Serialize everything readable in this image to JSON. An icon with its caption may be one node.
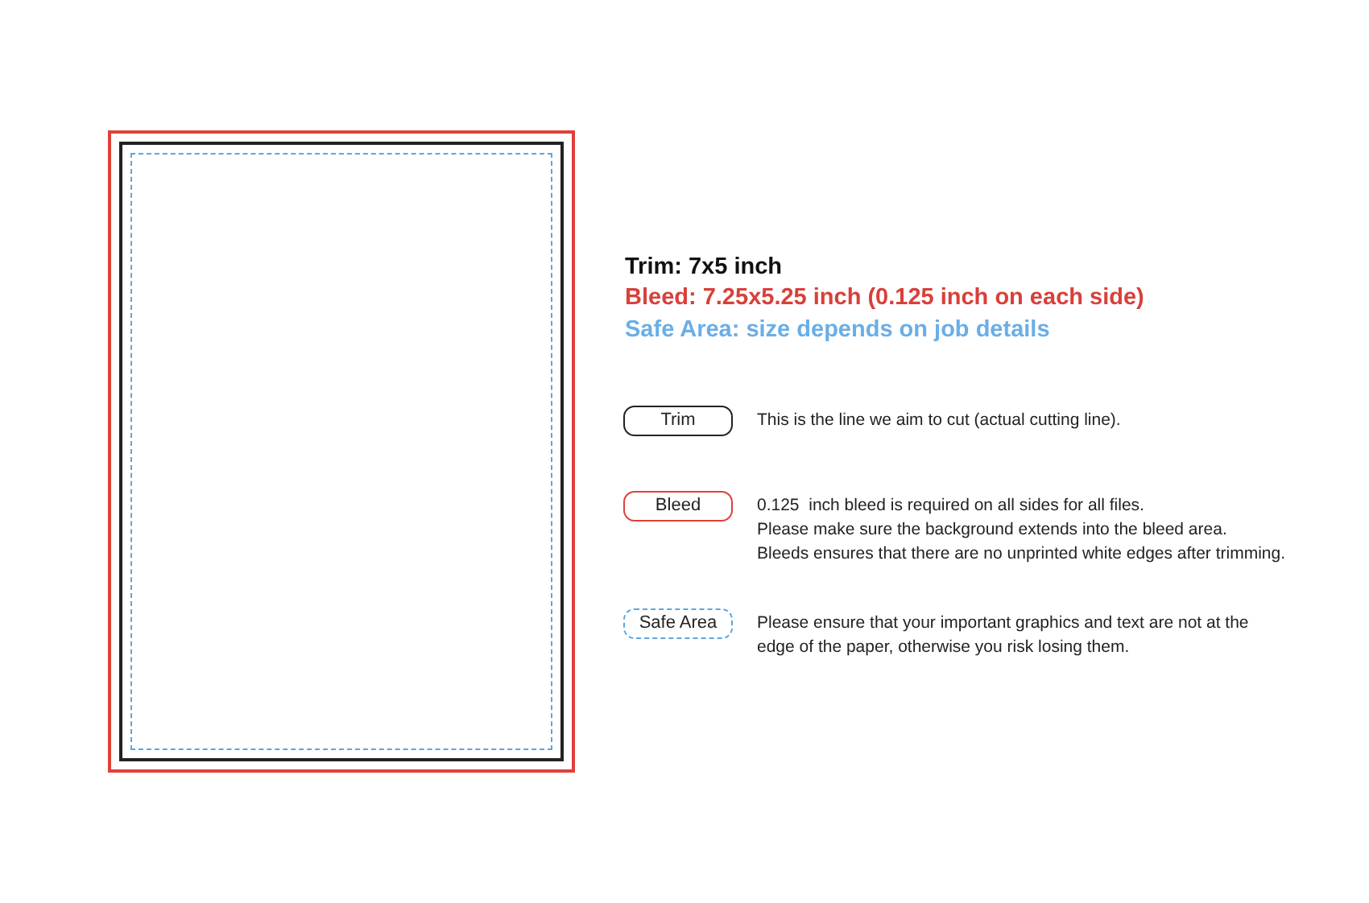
{
  "diagram": {
    "nodes": [
      {
        "text": [],
        "shape": "box"
      },
      {
        "text": [],
        "shape": "box",
        "in": 0
      },
      {
        "text": [],
        "shape": "box",
        "in": 1
      },
      {
        "text": [
          "Trim"
        ],
        "beside": [
          "This is the line we aim to cut (actual cutting line)."
        ]
      },
      {
        "text": [
          "Bleed"
        ],
        "beside": [
          "0.125  inch bleed is required on all sides for all files.",
          "Please make sure the background extends into the bleed area.",
          "Bleeds ensures that there are no unprinted white edges after trimming."
        ]
      },
      {
        "text": [
          "Safe Area"
        ],
        "beside": [
          "Please ensure that your important graphics and text are not at the edge of the paper, otherwise you risk losing them."
        ]
      }
    ],
    "labels": [
      "Trim: 7x5 inch",
      "Bleed: 7.25x5.25 inch (0.125 inch on each side)",
      "Safe Area: size depends on job details"
    ]
  }
}
